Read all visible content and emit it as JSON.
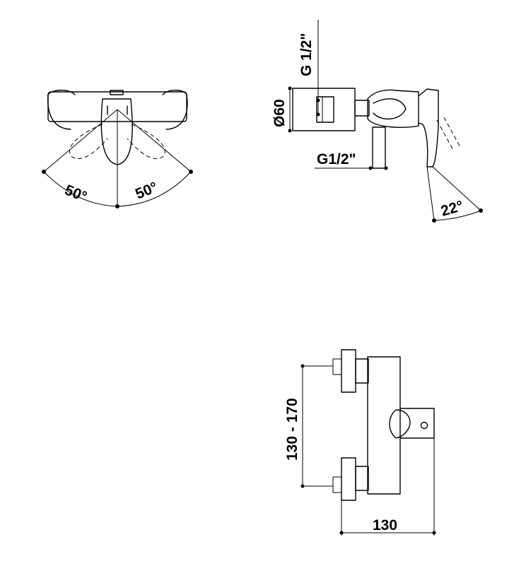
{
  "labels": {
    "angle_left": "50°",
    "angle_right": "50°",
    "thread_top": "G 1/2\"",
    "diameter": "Ø60",
    "thread_bottom": "G1/2\"",
    "tilt_angle": "22°",
    "spacing": "130 - 170",
    "width": "130"
  }
}
